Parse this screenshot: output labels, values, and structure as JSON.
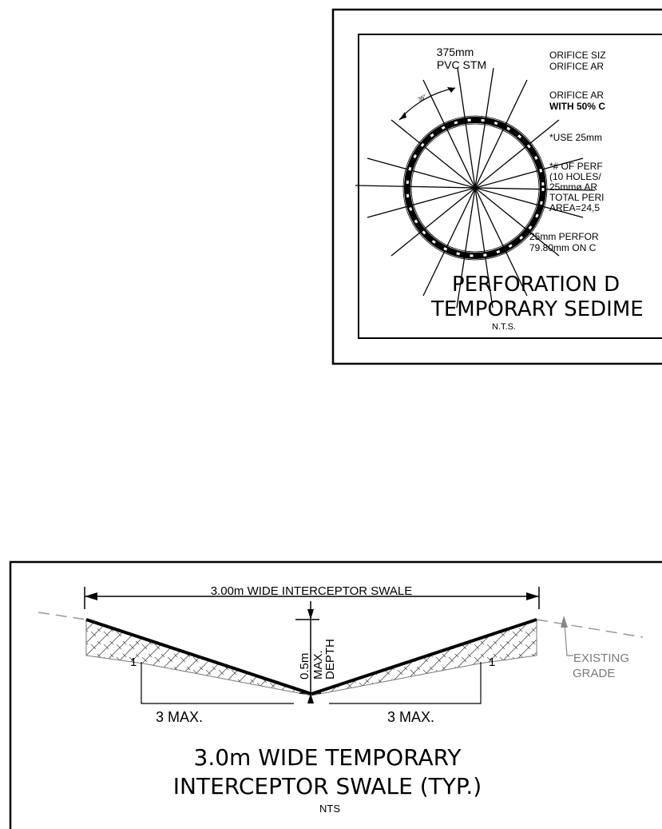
{
  "perforation_detail": {
    "pipe_label_size": "375mm",
    "pipe_label_type": "PVC STM",
    "angle_mark": "36°",
    "notes": [
      "ORIFICE SIZ",
      "ORIFICE AR",
      "ORIFICE AR",
      "WITH 50% C",
      "*USE 25mm",
      "*# OF PERF",
      "(10 HOLES/",
      "25mmø AR",
      "TOTAL PERI",
      "AREA=24,5"
    ],
    "spacing_note_1": "25mm PERFOR",
    "spacing_note_2": "79.80mm ON C",
    "title_line_1": "PERFORATION D",
    "title_line_2": "TEMPORARY SEDIME",
    "scale": "N.T.S."
  },
  "swale_detail": {
    "width_label": "3.00m WIDE INTERCEPTOR SWALE",
    "depth_label_1": "0.5m",
    "depth_label_2": "MAX.",
    "depth_label_3": "DEPTH",
    "slope_rise_left": "1",
    "slope_run_left": "3 MAX.",
    "slope_rise_right": "1",
    "slope_run_right": "3 MAX.",
    "existing_grade_1": "EXISTING",
    "existing_grade_2": "GRADE",
    "title_line_1": "3.0m WIDE TEMPORARY",
    "title_line_2": "INTERCEPTOR SWALE (TYP.)",
    "scale": "NTS"
  }
}
